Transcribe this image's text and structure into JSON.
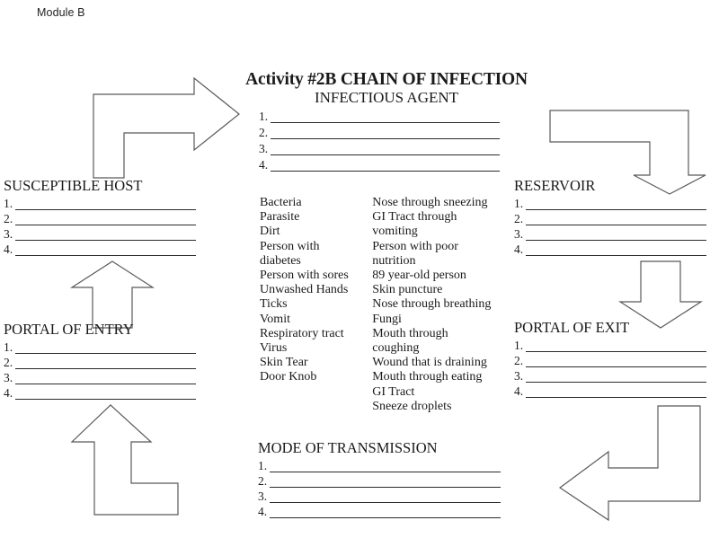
{
  "document": {
    "module_tag": "Module B",
    "main_title": "Activity #2B CHAIN OF INFECTION"
  },
  "sections": {
    "infectious_agent": {
      "label": "INFECTIOUS AGENT",
      "blanks": [
        "1.",
        "2.",
        "3.",
        "4."
      ]
    },
    "susceptible_host": {
      "label": "SUSCEPTIBLE HOST",
      "blanks": [
        "1.",
        "2.",
        "3.",
        "4."
      ]
    },
    "portal_of_entry": {
      "label": "PORTAL OF ENTRY",
      "blanks": [
        "1.",
        "2.",
        "3.",
        "4."
      ]
    },
    "reservoir": {
      "label": "RESERVOIR",
      "blanks": [
        "1.",
        "2.",
        "3.",
        "4."
      ]
    },
    "portal_of_exit": {
      "label": "PORTAL OF EXIT",
      "blanks": [
        "1.",
        "2.",
        "3.",
        "4."
      ]
    },
    "mode_of_transmission": {
      "label": "MODE OF TRANSMISSION",
      "blanks": [
        "1.",
        "2.",
        "3.",
        "4."
      ]
    }
  },
  "word_bank": {
    "column_1": [
      "Bacteria",
      "Parasite",
      "Dirt",
      "Person with",
      "diabetes",
      "Person with sores",
      "Unwashed Hands",
      "Ticks",
      "Vomit",
      "Respiratory tract",
      "Virus",
      "Skin Tear",
      "Door Knob"
    ],
    "column_2": [
      "Nose through sneezing",
      "GI Tract through",
      "vomiting",
      "Person with poor",
      "nutrition",
      "89 year-old person",
      "Skin puncture",
      "Nose through breathing",
      "Fungi",
      "Mouth through",
      "coughing",
      "Wound that is draining",
      "Mouth through eating",
      "GI Tract",
      "Sneeze droplets"
    ]
  },
  "arrows": [
    {
      "name": "arrow-host-to-agent",
      "direction": "up-then-right"
    },
    {
      "name": "arrow-agent-to-reservoir",
      "direction": "right-then-down"
    },
    {
      "name": "arrow-entry-to-host",
      "direction": "up"
    },
    {
      "name": "arrow-reservoir-to-exit",
      "direction": "down"
    },
    {
      "name": "arrow-mode-to-entry",
      "direction": "left-then-up"
    },
    {
      "name": "arrow-exit-to-mode",
      "direction": "down-then-left"
    }
  ],
  "colors": {
    "page_background": "#ffffff",
    "text": "#1a1a1a",
    "rule_line": "#2b2b2b",
    "arrow_stroke": "#595959",
    "arrow_fill": "#ffffff"
  }
}
